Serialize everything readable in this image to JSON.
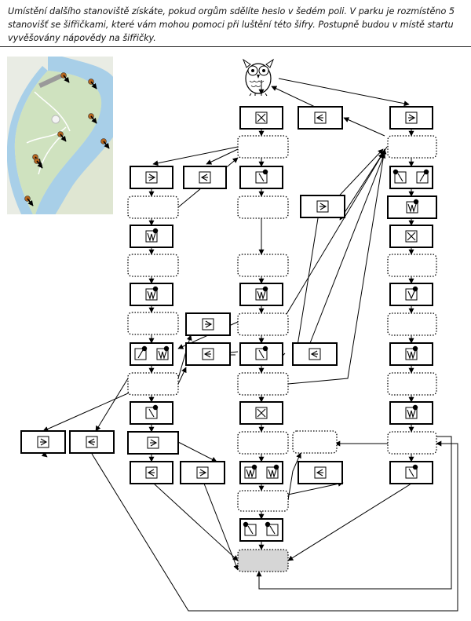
{
  "instructions": "Umístění dalšího stanoviště získáte, pokud orgům sdělíte heslo v šedém poli. V parku je rozmístěno 5 stanovišť se šifřičkami, které vám mohou pomoci při luštění této šifry. Postupně budou v místě startu vyvěšovány nápovědy na šifřičky.",
  "map": {
    "markers": 8
  },
  "diagram": {
    "nodes": [
      {
        "shape": "rect",
        "symbols": [
          "x"
        ]
      },
      {
        "shape": "rect",
        "symbols": [
          "lt"
        ]
      },
      {
        "shape": "rect",
        "symbols": [
          "gt"
        ]
      },
      {
        "shape": "dotted"
      },
      {
        "shape": "dotted"
      },
      {
        "shape": "rect",
        "symbols": [
          "gt"
        ]
      },
      {
        "shape": "rect",
        "symbols": [
          "lt"
        ]
      },
      {
        "shape": "rect",
        "symbols": [
          "bs"
        ],
        "dots": [
          0
        ]
      },
      {
        "shape": "rect",
        "symbols": [
          "bs",
          "sl"
        ],
        "dots": [
          0,
          1
        ]
      },
      {
        "shape": "dotted"
      },
      {
        "shape": "rect",
        "symbols": [
          "gt"
        ]
      },
      {
        "shape": "dotted"
      },
      {
        "shape": "rect",
        "symbols": [
          "vv"
        ],
        "dots": [
          0
        ]
      },
      {
        "shape": "rect",
        "symbols": [
          "vv"
        ],
        "dots": [
          0
        ]
      },
      {
        "shape": "rect",
        "symbols": [
          "x"
        ]
      },
      {
        "shape": "dotted"
      },
      {
        "shape": "dotted"
      },
      {
        "shape": "dotted"
      },
      {
        "shape": "rect",
        "symbols": [
          "vv"
        ],
        "dots": [
          0
        ]
      },
      {
        "shape": "rect",
        "symbols": [
          "vv"
        ],
        "dots": [
          0
        ]
      },
      {
        "shape": "rect",
        "symbols": [
          "v"
        ],
        "dots": [
          0
        ]
      },
      {
        "shape": "dotted"
      },
      {
        "shape": "rect",
        "symbols": [
          "gt"
        ]
      },
      {
        "shape": "dotted"
      },
      {
        "shape": "dotted"
      },
      {
        "shape": "rect",
        "symbols": [
          "sl",
          "vv"
        ],
        "dots": [
          0,
          1
        ]
      },
      {
        "shape": "rect",
        "symbols": [
          "lt"
        ]
      },
      {
        "shape": "rect",
        "symbols": [
          "bs"
        ],
        "dots": [
          0
        ]
      },
      {
        "shape": "rect",
        "symbols": [
          "lt"
        ]
      },
      {
        "shape": "rect",
        "symbols": [
          "vv"
        ],
        "dots": [
          0
        ]
      },
      {
        "shape": "dotted"
      },
      {
        "shape": "dotted"
      },
      {
        "shape": "dotted"
      },
      {
        "shape": "rect",
        "symbols": [
          "bs"
        ],
        "dots": [
          0
        ]
      },
      {
        "shape": "rect",
        "symbols": [
          "x"
        ]
      },
      {
        "shape": "rect",
        "symbols": [
          "vv"
        ],
        "dots": [
          0
        ]
      },
      {
        "shape": "rect",
        "symbols": [
          "gt"
        ]
      },
      {
        "shape": "rect",
        "symbols": [
          "lt"
        ]
      },
      {
        "shape": "dotted"
      },
      {
        "shape": "rect",
        "symbols": [
          "gt"
        ]
      },
      {
        "shape": "dotted"
      },
      {
        "shape": "dotted"
      },
      {
        "shape": "rect",
        "symbols": [
          "lt"
        ]
      },
      {
        "shape": "rect",
        "symbols": [
          "gt"
        ]
      },
      {
        "shape": "rect",
        "symbols": [
          "vv",
          "vv"
        ],
        "dots": [
          0,
          1
        ]
      },
      {
        "shape": "rect",
        "symbols": [
          "lt"
        ]
      },
      {
        "shape": "rect",
        "symbols": [
          "bs"
        ],
        "dots": [
          0
        ]
      },
      {
        "shape": "dotted"
      },
      {
        "shape": "rect",
        "symbols": [
          "bs",
          "bs"
        ],
        "dots": [
          0,
          1
        ]
      },
      {
        "shape": "gray"
      }
    ]
  }
}
